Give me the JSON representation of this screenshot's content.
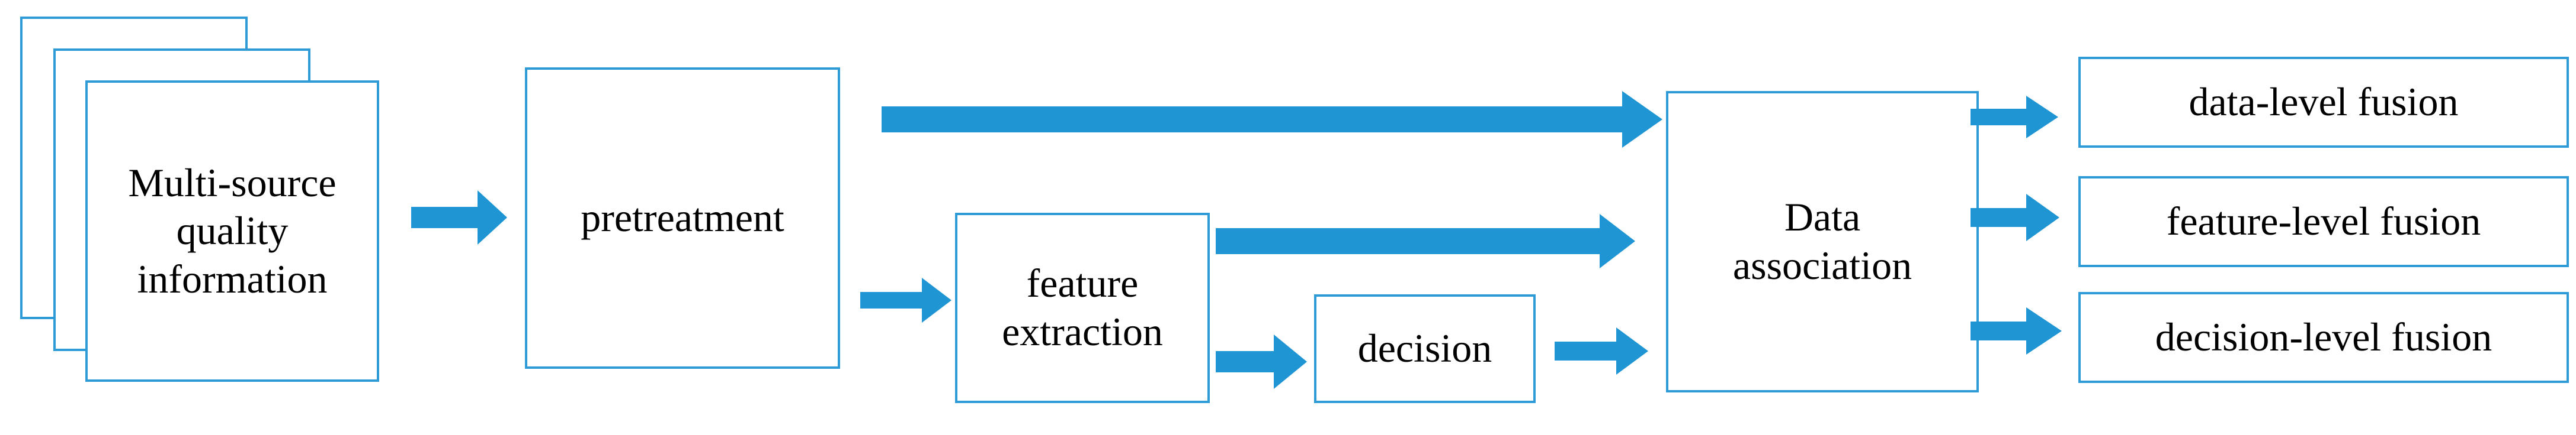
{
  "diagram": {
    "colors": {
      "border": "#2e9ad6",
      "arrow": "#1f96d3",
      "text": "#000000"
    },
    "nodes": {
      "source": "Multi-source quality information",
      "pretreatment": "pretreatment",
      "feature_extraction": "feature extraction",
      "decision": "decision",
      "association": "Data association",
      "data_level": "data-level fusion",
      "feature_level": "feature-level fusion",
      "decision_level": "decision-level fusion"
    }
  }
}
